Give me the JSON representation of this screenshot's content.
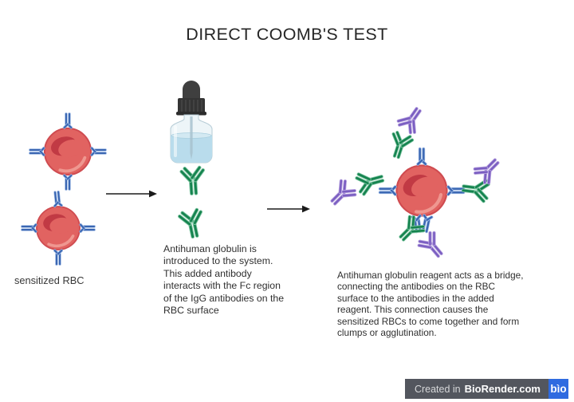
{
  "title": "DIRECT COOMB'S TEST",
  "diagram": {
    "step1": {
      "label": "sensitized RBC"
    },
    "step2": {
      "caption": "Antihuman globulin  is introduced to the system. This added antibody interacts with the Fc region of the IgG antibodies on the RBC surface"
    },
    "step3": {
      "caption": "Antihuman globulin  reagent acts as a bridge, connecting the antibodies on the RBC surface to the antibodies in the added reagent. This connection causes the sensitized RBCs to come together and form clumps or agglutination."
    },
    "icons": [
      "red-blood-cell-icon",
      "igg-antibody-icon",
      "antihuman-globulin-antibody-icon",
      "reagent-antibody-icon",
      "dropper-bottle-icon",
      "arrow-right-icon"
    ],
    "colors": {
      "rbc": "#e16361",
      "rbc_shadow": "#c13a44",
      "rbc_highlight": "#ef9790",
      "igg_antibody": "#3a66b2",
      "antihuman_globulin": "#15834f",
      "reagent_antibody": "#7a5ec1",
      "bottle_liquid": "#bcdcec",
      "dropper_cap": "#3a3a3a"
    }
  },
  "footer": {
    "created_in": "Created in",
    "brand": "BioRender.com",
    "logo_text": "bìo",
    "badge_bg": "#53565e",
    "logo_bg": "#2f6be0"
  }
}
